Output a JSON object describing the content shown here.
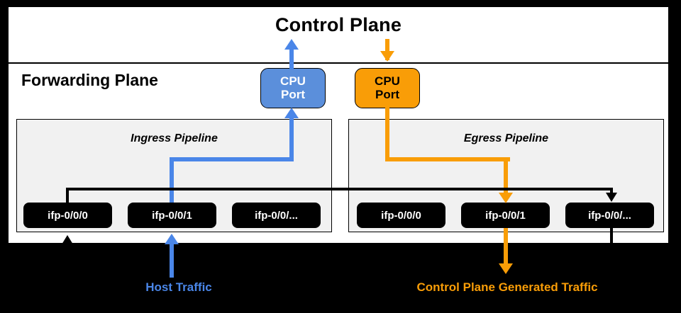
{
  "diagram": {
    "control_plane": {
      "title": "Control Plane"
    },
    "forwarding_plane": {
      "title": "Forwarding Plane",
      "cpu_ports": [
        {
          "name": "cpu-port-ingress",
          "line1": "CPU",
          "line2": "Port",
          "color": "#5b8fdb",
          "text_color": "#ffffff"
        },
        {
          "name": "cpu-port-egress",
          "line1": "CPU",
          "line2": "Port",
          "color": "#f99d07",
          "text_color": "#000000"
        }
      ],
      "pipelines": [
        {
          "label": "Ingress Pipeline",
          "ports": [
            "ifp-0/0/0",
            "ifp-0/0/1",
            "ifp-0/0/..."
          ]
        },
        {
          "label": "Egress Pipeline",
          "ports": [
            "ifp-0/0/0",
            "ifp-0/0/1",
            "ifp-0/0/..."
          ]
        }
      ]
    },
    "legend": [
      {
        "label": "Host Traffic",
        "color": "#4a86e8"
      },
      {
        "label": "Control Plane Generated Traffic",
        "color": "#f99d07"
      }
    ],
    "colors": {
      "blue": "#4a86e8",
      "cpu_blue": "#5b8fdb",
      "orange": "#f99d07",
      "black": "#000000",
      "pipeline_fill": "#f1f1f1",
      "page_background": "#000000",
      "frame_fill": "#ffffff"
    }
  }
}
